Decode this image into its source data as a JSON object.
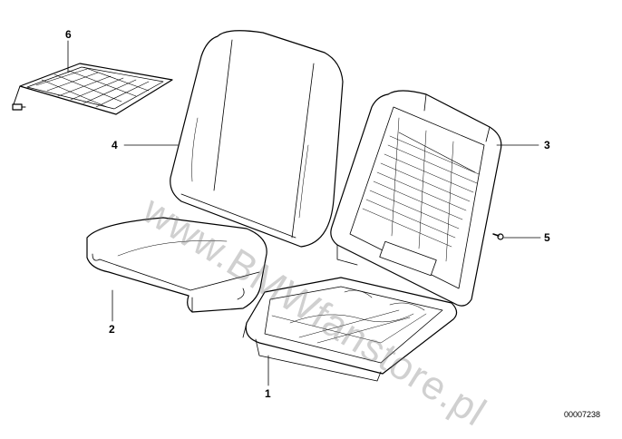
{
  "callouts": {
    "part_1": "1",
    "part_2": "2",
    "part_3": "3",
    "part_4": "4",
    "part_5": "5",
    "part_6": "6"
  },
  "diagram_id": "00007238",
  "watermark": "www.BMWfanstore.pl"
}
